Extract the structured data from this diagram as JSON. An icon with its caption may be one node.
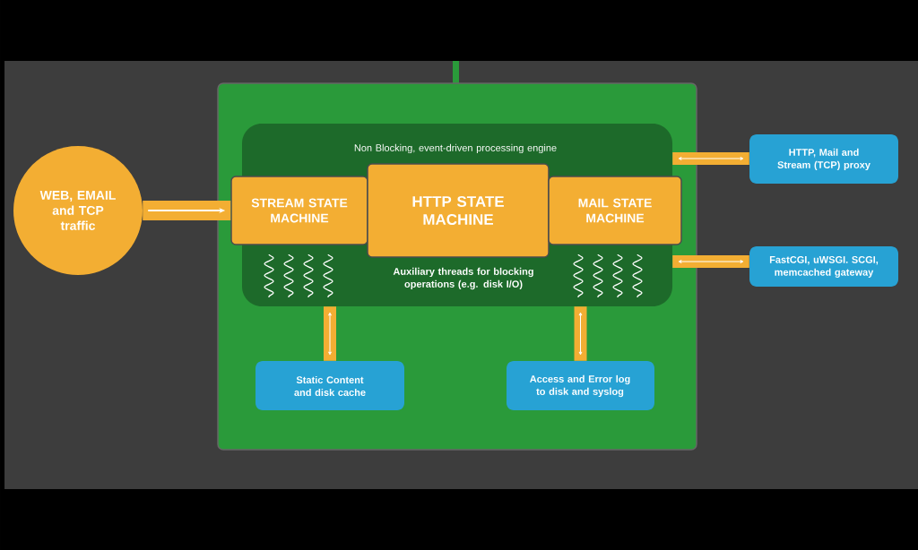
{
  "diagram": {
    "nodes": [
      {
        "text": [],
        "shape": "box"
      },
      {
        "text": [
          "Non Blocking, event-driven processing engine",
          "Auxiliary threads for blocking operations (e.g. disk I/O)"
        ],
        "in": 0
      },
      {
        "text": [
          "STREAM STATE MACHINE"
        ],
        "in": 1
      },
      {
        "text": [
          "HTTP STATE MACHINE"
        ],
        "in": 1
      },
      {
        "text": [
          "MAIL STATE MACHINE"
        ],
        "in": 1
      },
      {
        "text": [
          "WEB, EMAIL and TCP traffic"
        ]
      },
      {
        "text": [
          "HTTP, Mail and Stream (TCP) proxy"
        ]
      },
      {
        "text": [
          "FastCGI, uWSGI. SCGI, memcached gateway"
        ]
      },
      {
        "text": [
          "Static Content and disk cache"
        ],
        "in": 0
      },
      {
        "text": [
          "Access and Error log to disk and syslog"
        ],
        "in": 0
      }
    ],
    "edges": [
      {
        "from": 5,
        "to": 2,
        "arrow": "to"
      },
      {
        "from": 1,
        "to": 6,
        "arrow": "both"
      },
      {
        "from": 1,
        "to": 7,
        "arrow": "both"
      },
      {
        "from": 1,
        "to": 8,
        "arrow": "both"
      },
      {
        "from": 1,
        "to": 9,
        "arrow": "both"
      }
    ]
  }
}
